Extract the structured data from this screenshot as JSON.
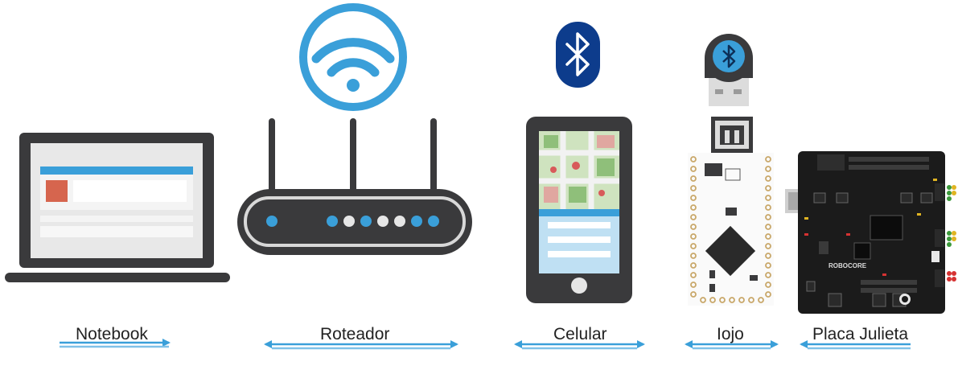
{
  "devices": [
    {
      "label": "Notebook",
      "icon": "laptop-icon"
    },
    {
      "label": "Roteador",
      "icon": "router-icon"
    },
    {
      "label": "Celular",
      "icon": "smartphone-icon"
    },
    {
      "label": "Iojo",
      "icon": "bluetooth-dongle-board-icon"
    },
    {
      "label": "Placa Julieta",
      "icon": "microcontroller-board-icon"
    }
  ],
  "board_brand": "ROBOCORE",
  "colors": {
    "accent_blue": "#3a9fd9",
    "dark_gray": "#3a3a3c",
    "bluetooth_navy": "#0d3c8c",
    "board_black": "#1b1b1b"
  }
}
